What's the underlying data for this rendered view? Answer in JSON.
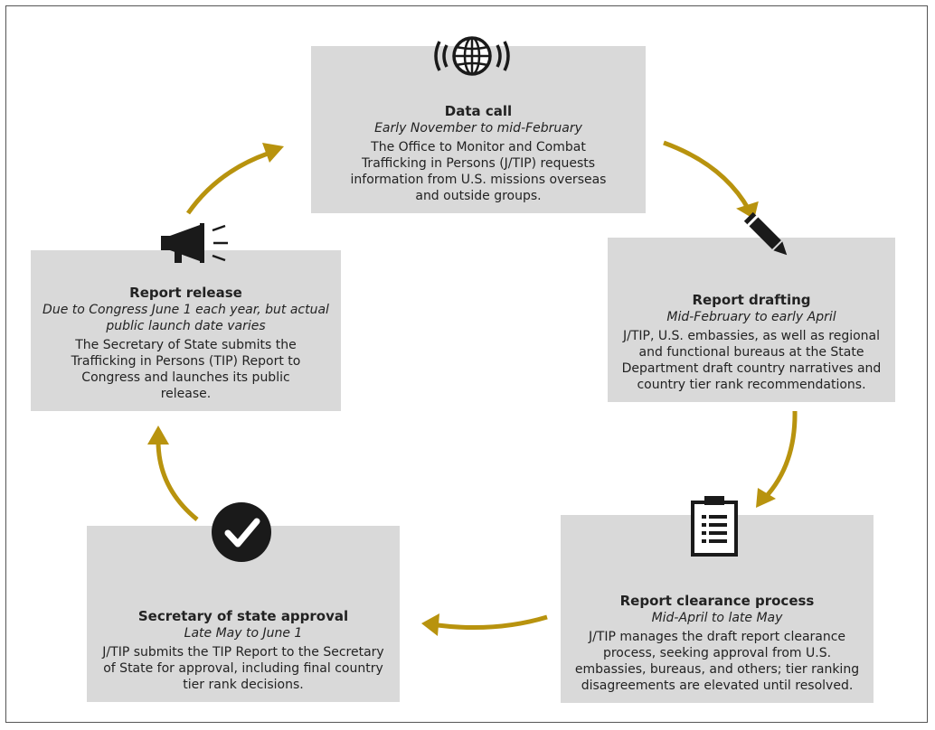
{
  "colors": {
    "arrow": "#b8930e",
    "box": "#d9d9d9",
    "icon": "#1a1a1a"
  },
  "stages": {
    "data_call": {
      "icon": "globe-icon",
      "title": "Data call",
      "period": "Early November to mid-February",
      "description": "The Office to Monitor and Combat Trafficking in Persons (J/TIP) requests information from U.S. missions overseas and outside groups."
    },
    "report_drafting": {
      "icon": "pencil-icon",
      "title": "Report drafting",
      "period": "Mid-February to early April",
      "description": "J/TIP, U.S. embassies, as well as regional and functional bureaus at the State Department draft country narratives and country tier rank recommendations."
    },
    "report_clearance": {
      "icon": "clipboard-icon",
      "title": "Report clearance process",
      "period": "Mid-April to late May",
      "description": "J/TIP manages the draft report clearance process, seeking approval from U.S. embassies, bureaus, and others; tier ranking disagreements are elevated until resolved."
    },
    "secretary_approval": {
      "icon": "checkmark-icon",
      "title": "Secretary of state approval",
      "period": "Late May to June 1",
      "description": "J/TIP submits the TIP Report to the Secretary of State for approval, including final country tier rank decisions."
    },
    "report_release": {
      "icon": "megaphone-icon",
      "title": "Report release",
      "period": "Due to Congress June 1 each year, but actual public launch date varies",
      "description": "The Secretary of State submits the Trafficking in Persons (TIP) Report to Congress and launches its public release."
    }
  }
}
